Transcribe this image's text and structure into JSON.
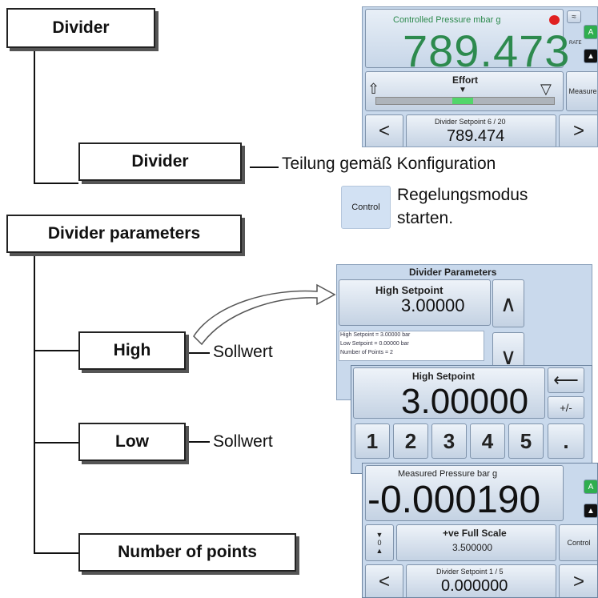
{
  "menu": {
    "divider_top": "Divider",
    "divider": "Divider",
    "divider_parameters": "Divider parameters",
    "high": "High",
    "low": "Low",
    "number_of_points": "Number of points"
  },
  "notes": {
    "divider": "Teilung gemäß Konfiguration",
    "control_line1": "Regelungsmodus",
    "control_line2": "starten.",
    "high": "Sollwert",
    "low": "Sollwert"
  },
  "control_button": "Control",
  "screen1": {
    "title": "Controlled Pressure  mbar g",
    "value": "789.473",
    "effort": "Effort",
    "measure": "Measure",
    "setpoint_label": "Divider Setpoint 6 / 20",
    "setpoint_value": "789.474",
    "side_a": "A",
    "side_rate": "RATE",
    "prev": "<",
    "next": ">"
  },
  "screen2": {
    "title": "Divider Parameters",
    "field_label": "High Setpoint",
    "field_value": "3.00000",
    "info": [
      "High Setpoint = 3.00000 bar",
      "Low Setpoint = 0.00000 bar",
      "Number of Points = 2"
    ]
  },
  "screen3": {
    "title": "High Setpoint",
    "value": "3.00000",
    "plusminus": "+/-",
    "keys": [
      "1",
      "2",
      "3",
      "4",
      "5",
      "."
    ]
  },
  "screen4": {
    "title": "Measured Pressure  bar g",
    "value": "-0.000190",
    "zero": "0",
    "fullscale_label": "+ve Full Scale",
    "fullscale_value": "3.500000",
    "control": "Control",
    "setpoint_label": "Divider Setpoint 1 / 5",
    "setpoint_value": "0.000000",
    "side_a": "A",
    "prev": "<",
    "next": ">"
  }
}
